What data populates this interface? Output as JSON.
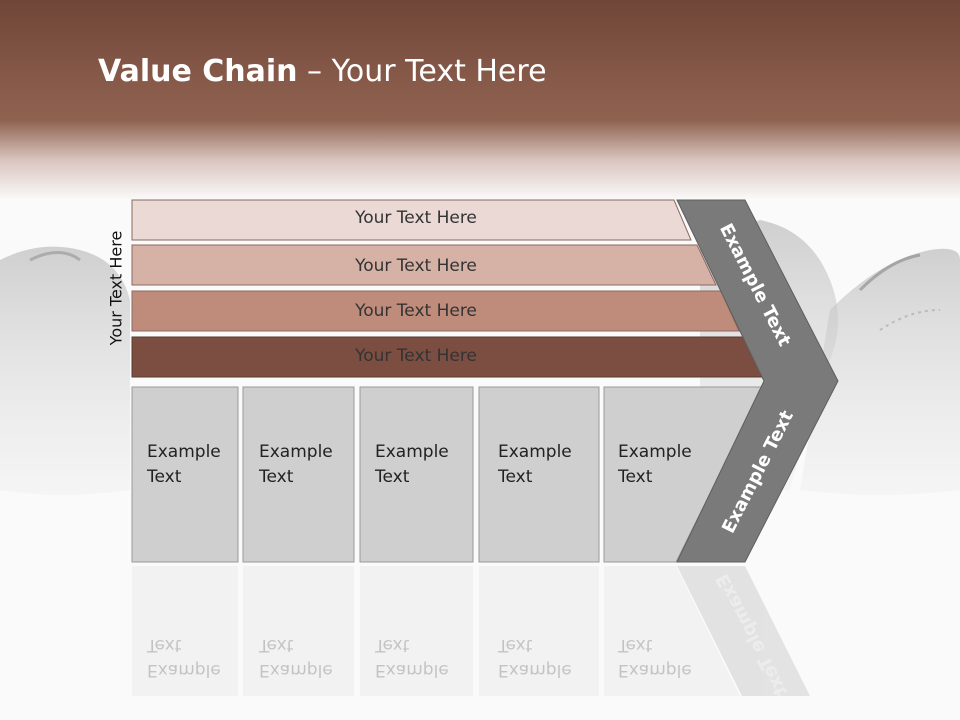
{
  "slide": {
    "title_bold": "Value Chain",
    "title_rest": " – Your Text Here"
  },
  "diagram": {
    "side_label": "Your Text Here",
    "bars": [
      {
        "label": "Your Text Here",
        "color": "#ead9d5"
      },
      {
        "label": "Your Text Here",
        "color": "#d6b2a6"
      },
      {
        "label": "Your Text Here",
        "color": "#bf8c7b"
      },
      {
        "label": "Your Text Here",
        "color": "#7b4e41"
      }
    ],
    "cells": [
      {
        "label": "Example\nText"
      },
      {
        "label": "Example\nText"
      },
      {
        "label": "Example\nText"
      },
      {
        "label": "Example\nText"
      },
      {
        "label": "Example\nText"
      }
    ],
    "chevron_top_label": "Example Text",
    "chevron_bottom_label": "Example Text",
    "colors": {
      "cell_fill": "#cfcfcf",
      "chevron_fill": "#7a7a7a"
    }
  }
}
